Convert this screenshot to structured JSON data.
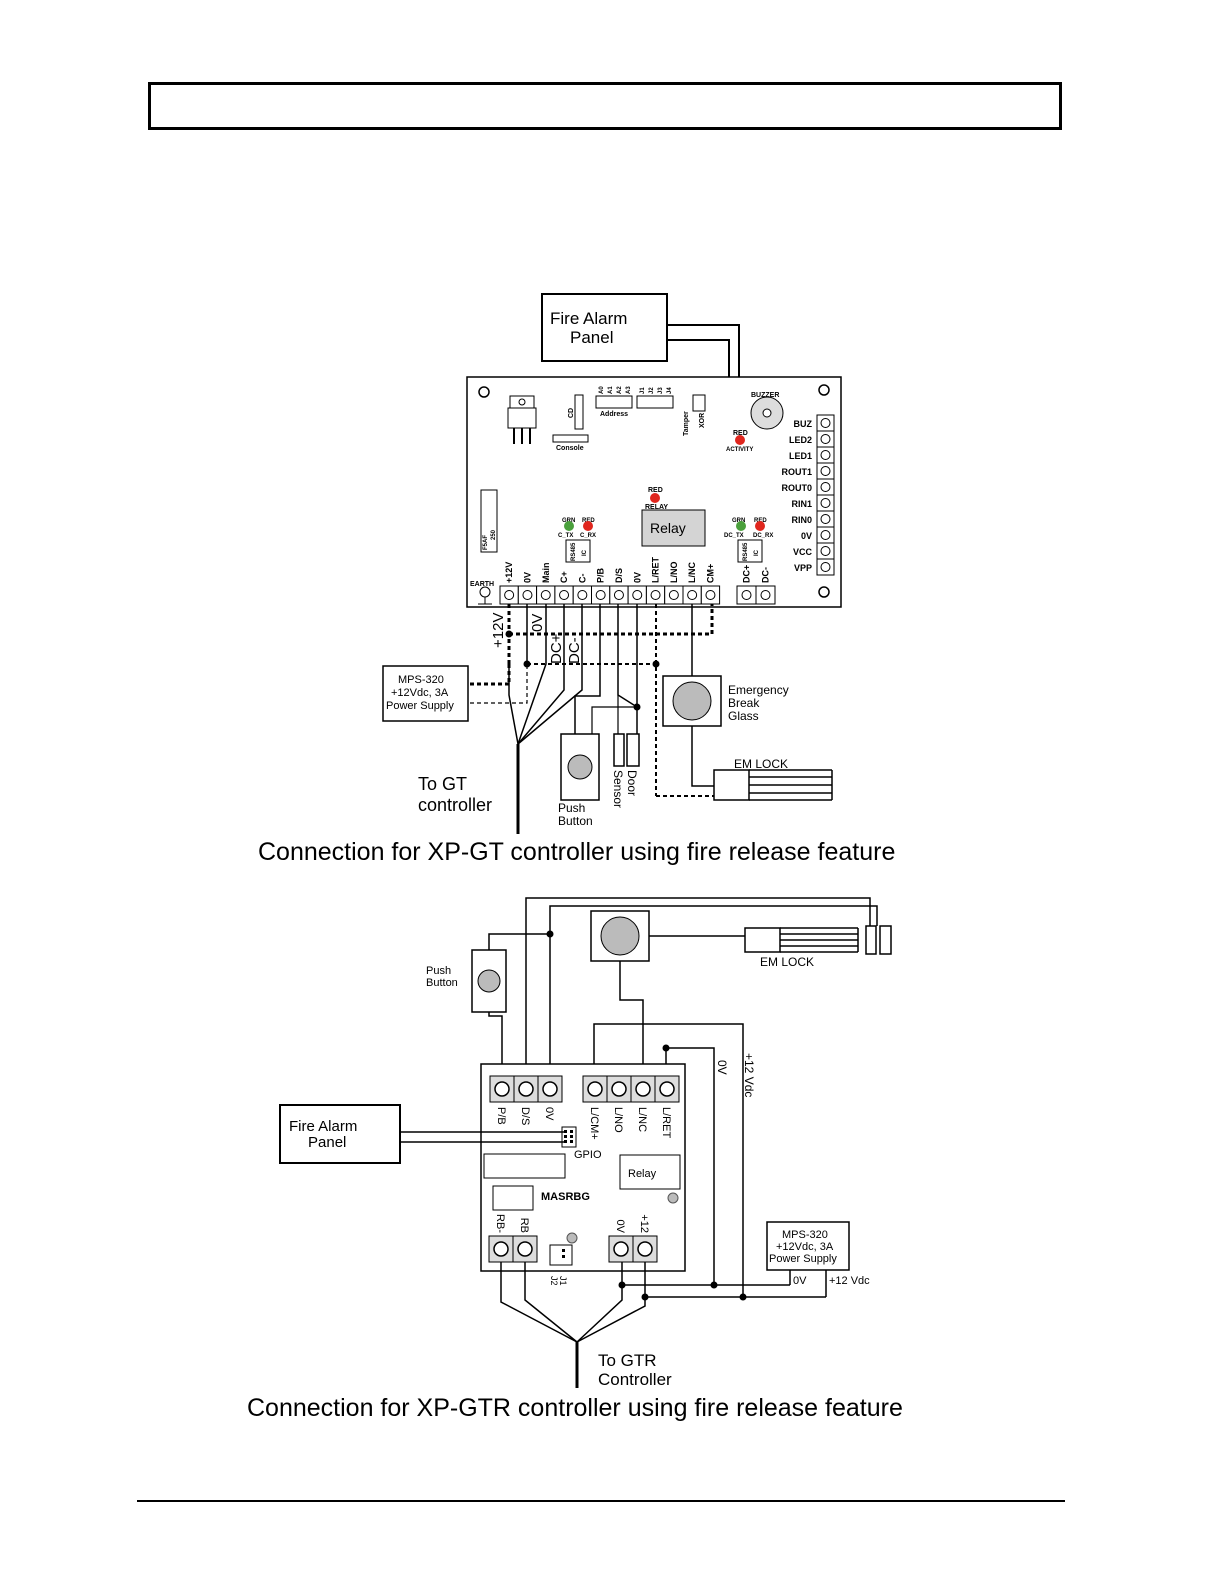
{
  "gt": {
    "fire_alarm_panel": [
      "Fire Alarm",
      "Panel"
    ],
    "board": {
      "jumpers_address": [
        "A0",
        "A1",
        "A2",
        "A3"
      ],
      "jumpers_j": [
        "J1",
        "J2",
        "J3",
        "J4"
      ],
      "address_label": "Address",
      "cd_label": "CD",
      "console_label": "Console",
      "tamper_label": "Tamper",
      "xor_label": "XOR",
      "buzzer_label": "BUZZER",
      "led_red_activity": [
        "RED",
        "ACTIVITY"
      ],
      "led_red_relay": [
        "RED",
        "RELAY"
      ],
      "relay_label": "Relay",
      "c_leds": [
        "GRN",
        "RED"
      ],
      "c_led_captions": [
        "C_TX",
        "C_RX"
      ],
      "dc_leds": [
        "GRN",
        "RED"
      ],
      "dc_led_captions": [
        "DC_TX",
        "DC_RX"
      ],
      "rs485_left": "RS485",
      "rs485_right": "RS485",
      "ic_label": "IC",
      "fuse_label": "F5AF",
      "fuse_sub": "250",
      "earth_label": "EARTH",
      "right_terminals": [
        "BUZ",
        "LED2",
        "LED1",
        "ROUT1",
        "ROUT0",
        "RIN1",
        "RIN0",
        "0V",
        "VCC",
        "VPP"
      ],
      "bottom_terminals": [
        "+12V",
        "0V",
        "Main",
        "C+",
        "C-",
        "P/B",
        "D/S",
        "0V",
        "L/RET",
        "L/NO",
        "L/NC",
        "CM+"
      ],
      "dc_terminals": [
        "DC+",
        "DC-"
      ]
    },
    "wire_labels": [
      "+12V",
      "0V",
      "DC+",
      "DC-"
    ],
    "psu": [
      "MPS-320",
      "+12Vdc, 3A",
      "Power Supply"
    ],
    "break_glass": [
      "Emergency",
      "Break",
      "Glass"
    ],
    "em_lock": "EM LOCK",
    "to_controller": [
      "To GT",
      "controller"
    ],
    "push_button": [
      "Push",
      "Button"
    ],
    "sensor_label": "Sensor",
    "door_label": "Door",
    "caption": "Connection for XP-GT controller using fire release feature"
  },
  "gtr": {
    "push_button": [
      "Push",
      "Button"
    ],
    "em_lock": "EM LOCK",
    "fire_alarm_panel": [
      "Fire Alarm",
      "Panel"
    ],
    "top_left_terminals": [
      "P/B",
      "D/S",
      "0V"
    ],
    "top_right_terminals": [
      "L/CM+",
      "L/NO",
      "L/NC",
      "L/RET"
    ],
    "wire_labels": [
      "0V",
      "+12 Vdc"
    ],
    "gpio_label": "GPIO",
    "relay_label": "Relay",
    "masrbg_label": "MASRBG",
    "bottom_left_terminals": [
      "RB-",
      "RB"
    ],
    "jumper_labels": [
      "J1",
      "J2"
    ],
    "bottom_right_terminals": [
      "0V",
      "+12"
    ],
    "psu": [
      "MPS-320",
      "+12Vdc, 3A",
      "Power Supply"
    ],
    "psu_outputs": [
      "0V",
      "+12 Vdc"
    ],
    "to_controller": [
      "To GTR",
      "Controller"
    ],
    "caption": "Connection for XP-GTR controller using fire release feature"
  }
}
